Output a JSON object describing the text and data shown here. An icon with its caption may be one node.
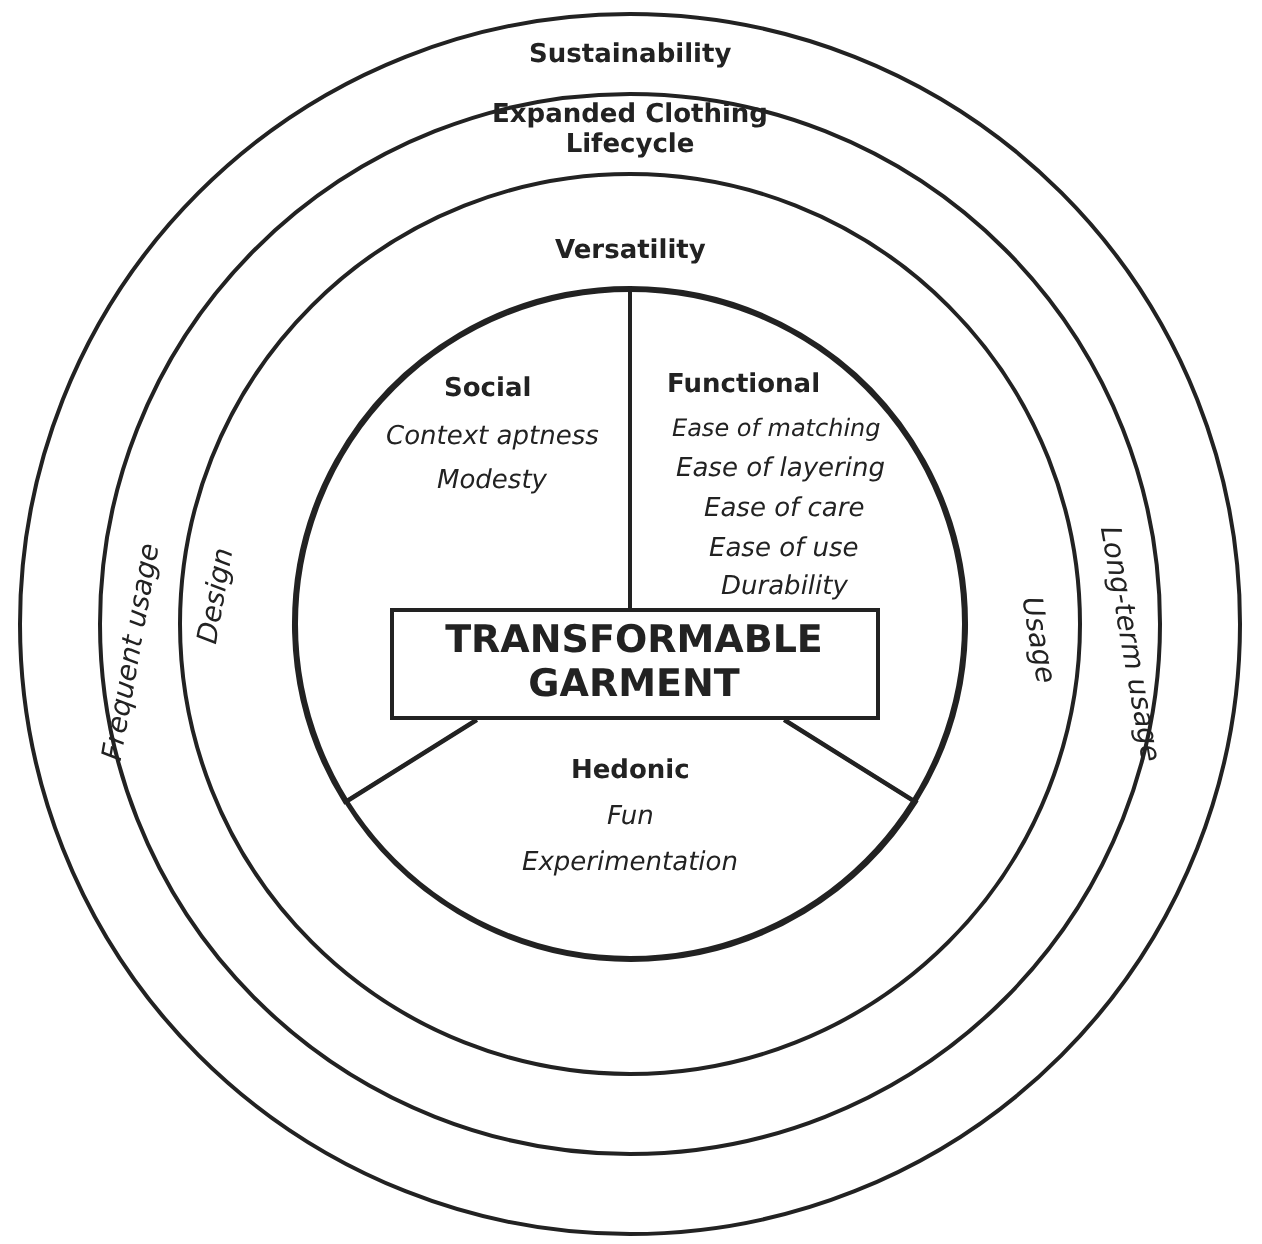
{
  "diagram": {
    "nodes": [
      {
        "text": [
          "Sustainability"
        ]
      },
      {
        "text": [
          "Expanded Clothing Lifecycle",
          "Frequent usage",
          "Long-term usage"
        ],
        "in": 0
      },
      {
        "text": [
          "Versatility",
          "Design",
          "Usage"
        ],
        "in": 1
      },
      {
        "text": [],
        "shape": "circle",
        "in": 2
      },
      {
        "text": [
          "Social",
          "Context aptness",
          "Modesty"
        ],
        "in": 3
      },
      {
        "text": [
          "Functional",
          "Ease of matching",
          "Ease of layering",
          "Ease of care",
          "Ease of use",
          "Durability"
        ],
        "in": 3
      },
      {
        "text": [
          "Hedonic",
          "Fun",
          "Experimentation"
        ],
        "in": 3
      },
      {
        "text": [
          "TRANSFORMABLE GARMENT"
        ],
        "in": 3
      }
    ]
  }
}
